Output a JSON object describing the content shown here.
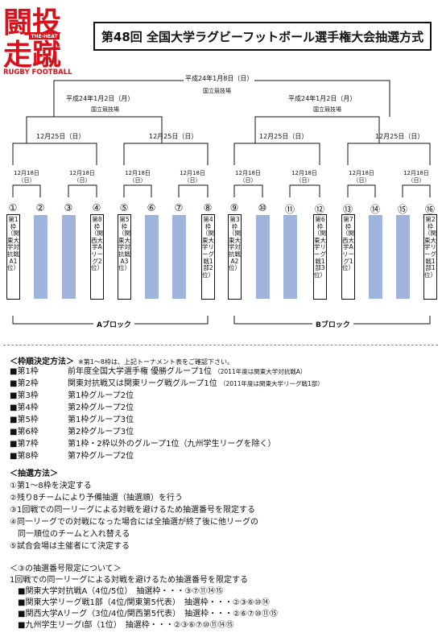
{
  "logo": {
    "top": "闘投",
    "bottom": "走蹴",
    "sub": "RUGBY FOOTBALL",
    "tag": "THE-HEAT"
  },
  "title": "第48回 全国大学ラグビーフットボール選手権大会抽選方式",
  "final": {
    "date": "平成24年1月8日（日）",
    "venue": "国立競技場"
  },
  "semis": [
    {
      "date": "平成24年1月2日（月）",
      "venue": "国立競技場"
    },
    {
      "date": "平成24年1月2日（月）",
      "venue": "国立競技場"
    }
  ],
  "qf_date": "12月25日（日）",
  "r1_date_top": "12月18日",
  "r1_date_bottom": "（日）",
  "slots": [
    {
      "num": "①",
      "text": "第1枠（関東大学対抗戦A1位）"
    },
    {
      "num": "②",
      "text": ""
    },
    {
      "num": "③",
      "text": ""
    },
    {
      "num": "④",
      "text": "第8枠（関西大学Aリーグ2位）"
    },
    {
      "num": "⑤",
      "text": "第5枠（関東大学対抗戦A3位）"
    },
    {
      "num": "⑥",
      "text": ""
    },
    {
      "num": "⑦",
      "text": ""
    },
    {
      "num": "⑧",
      "text": "第4枠（関東大学リーグ戦1部2位）"
    },
    {
      "num": "⑨",
      "text": "第3枠（関東大学対抗戦A2位）"
    },
    {
      "num": "⑩",
      "text": ""
    },
    {
      "num": "⑪",
      "text": ""
    },
    {
      "num": "⑫",
      "text": "第6枠（関東大学リーグ戦1部3位）"
    },
    {
      "num": "⑬",
      "text": "第7枠（関西大学Aリーグ1位）"
    },
    {
      "num": "⑭",
      "text": ""
    },
    {
      "num": "⑮",
      "text": ""
    },
    {
      "num": "⑯",
      "text": "第2枠（関東大学リーグ戦1部1位）"
    }
  ],
  "blocks": [
    "Aブロック",
    "Bブロック"
  ],
  "waku": {
    "heading": "＜枠順決定方法＞",
    "note": "※第1～8枠は、上記トーナメント表をご確認下さい。",
    "rows": [
      {
        "k": "■第1枠",
        "v": "前年度全国大学選手権 優勝グループ1位",
        "s": "（2011年度は関東大学対抗戦A）"
      },
      {
        "k": "■第2枠",
        "v": "関東対抗戦又は関東リーグ戦グループ1位",
        "s": "（2011年度は関東大学リーグ戦1部）"
      },
      {
        "k": "■第3枠",
        "v": "第1枠グループ2位",
        "s": ""
      },
      {
        "k": "■第4枠",
        "v": "第2枠グループ2位",
        "s": ""
      },
      {
        "k": "■第5枠",
        "v": "第1枠グループ3位",
        "s": ""
      },
      {
        "k": "■第6枠",
        "v": "第2枠グループ3位",
        "s": ""
      },
      {
        "k": "■第7枠",
        "v": "第1枠・2枠以外のグループ1位（九州学生リーグを除く）",
        "s": ""
      },
      {
        "k": "■第8枠",
        "v": "第7枠グループ2位",
        "s": ""
      }
    ]
  },
  "method": {
    "heading": "＜抽選方法＞",
    "lines": [
      "①第1～8枠を決定する",
      "②残り8チームにより予備抽選（抽選順）を行う",
      "③1回戦での同一リーグによる対戦を避けるため抽選番号を限定する",
      "④同一リーグでの対戦になった場合には全抽選が終了後に他リーグの",
      "　同一順位のチームと入れ替える",
      "⑤試合会場は主催者にて決定する"
    ]
  },
  "limit": {
    "heading": "＜③の抽選番号限定について＞",
    "intro": "1回戦での同一リーグによる対戦を避けるため抽選番号を限定する",
    "lines": [
      "■関東大学対抗戦A（4位/5位）　抽選枠・・・③⑦⑪⑭⑮",
      "■関東大学リーグ戦1部（4位/関東第5代表）　抽選枠・・・②③⑥⑩⑭",
      "■関西大学Aリーグ（3位/4位/関西第5代表）　抽選枠・・・②⑥⑦⑩⑪⑮",
      "■九州学生リーグⅠ部（1位）　抽選枠・・・②③⑥⑦⑩⑪⑭⑮"
    ]
  },
  "colors": {
    "slot_blue": "#9fb4dc",
    "logo_red": "#d7121c"
  }
}
